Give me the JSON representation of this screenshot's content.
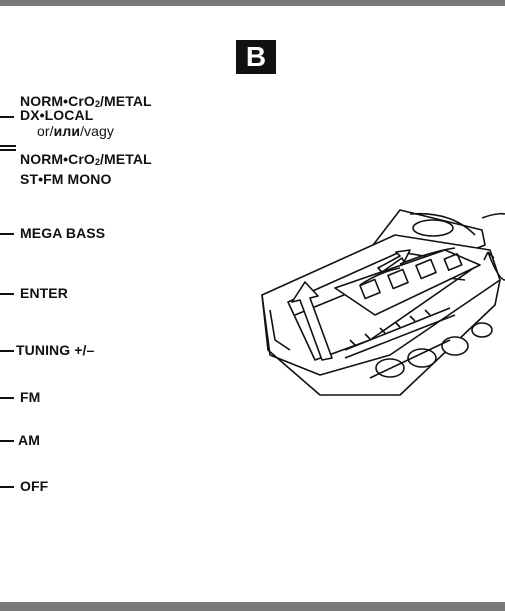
{
  "section_letter": "B",
  "labels": {
    "tape1_line1": "NORM•CrO",
    "tape1_sub": "2",
    "tape1_line1_tail": "/METAL",
    "tape1_line2": "DX•LOCAL",
    "or_prefix": "or/",
    "or_cyr": "или",
    "or_suffix": "/vagy",
    "tape2_line1": "NORM•CrO",
    "tape2_sub": "2",
    "tape2_line1_tail": "/METAL",
    "tape2_line2": "ST•FM MONO",
    "mega_bass": "MEGA BASS",
    "enter": "ENTER",
    "tuning": "TUNING +/–",
    "fm": "FM",
    "am": "AM",
    "off": "OFF"
  },
  "colors": {
    "rule": "#7a7a7a",
    "ink": "#111111",
    "badge": "#111111"
  }
}
